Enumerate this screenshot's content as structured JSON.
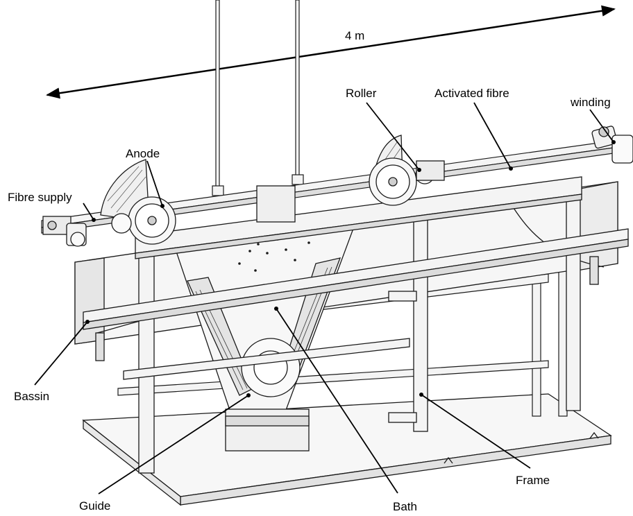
{
  "dimension": {
    "value": "4 m"
  },
  "labels": {
    "roller": "Roller",
    "activated_fibre": "Activated fibre",
    "winding": "winding",
    "anode": "Anode",
    "fibre_supply": "Fibre supply",
    "bassin": "Bassin",
    "guide": "Guide",
    "bath": "Bath",
    "frame": "Frame"
  },
  "colors": {
    "stroke": "#1a1a1a",
    "fill": "#f4f4f4",
    "shade": "#d9d9d9",
    "ink": "#000000"
  }
}
